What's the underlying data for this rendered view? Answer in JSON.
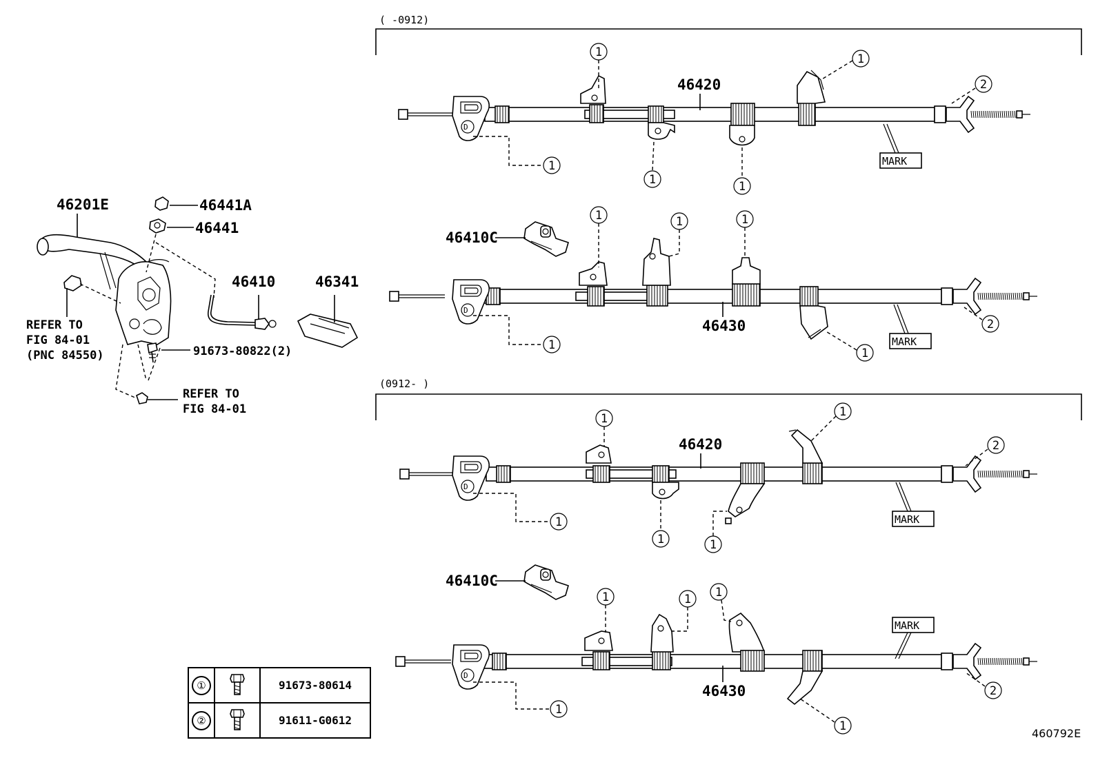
{
  "sections": {
    "top": "(     -0912)",
    "bottom": "(0912-     )"
  },
  "left_assembly": {
    "lever": "46201E",
    "nut_a": "46441A",
    "nut": "46441",
    "cable": "46410",
    "boot": "46341",
    "bolt": "91673-80822(2)",
    "refer1": [
      "REFER TO",
      "FIG 84-01",
      "(PNC 84550)"
    ],
    "refer2": [
      "REFER TO",
      "FIG 84-01"
    ]
  },
  "cables": {
    "c1_label": "46420",
    "c2_label": "46430",
    "c3_label": "46420",
    "c4_label": "46430",
    "clamp1": "46410C",
    "clamp2": "46410C",
    "mark": "MARK"
  },
  "callouts": {
    "one": "1",
    "two": "2"
  },
  "legend": [
    {
      "ref": "①",
      "icon": "bolt-icon",
      "part": "91673-80614"
    },
    {
      "ref": "②",
      "icon": "bolt-icon",
      "part": "91611-G0612"
    }
  ],
  "diagram_id": "460792E"
}
